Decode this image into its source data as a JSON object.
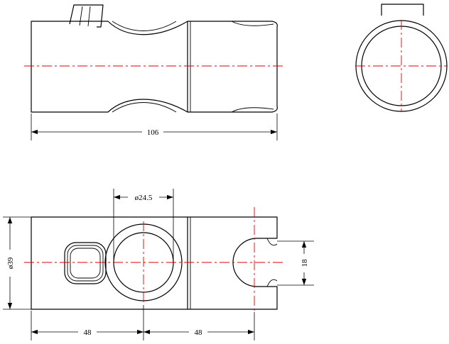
{
  "colors": {
    "outline": "#000000",
    "centerline": "#e00000",
    "background": "#ffffff"
  },
  "dimensions": {
    "length_total": "106",
    "diameter_bore": "ø24.5",
    "diameter_body": "ø39",
    "offset_left": "48",
    "offset_right": "48",
    "slot_width": "18"
  }
}
